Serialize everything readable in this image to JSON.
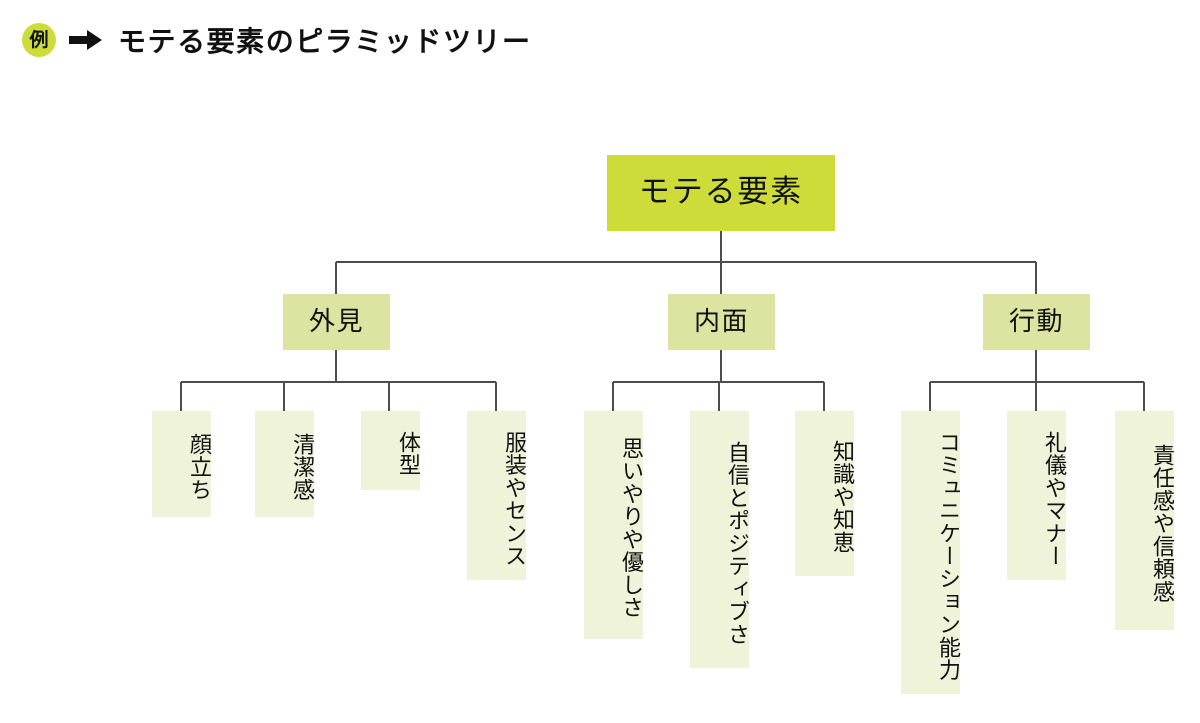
{
  "header": {
    "badge_label": "例",
    "arrow_icon": "arrow-right-icon",
    "title": "モテる要素のピラミッドツリー"
  },
  "colors": {
    "root_fill": "#cddc39",
    "branch_fill": "#dde3a0",
    "leaf_fill": "#eef3da",
    "connector": "#4d4d4d",
    "text": "#111111",
    "background": "#ffffff"
  },
  "tree": {
    "root": {
      "label": "モテる要素"
    },
    "branches": [
      {
        "label": "外見",
        "children": [
          {
            "label": "顔立ち"
          },
          {
            "label": "清潔感"
          },
          {
            "label": "体型"
          },
          {
            "label": "服装やセンス"
          }
        ]
      },
      {
        "label": "内面",
        "children": [
          {
            "label": "思いやりや優しさ"
          },
          {
            "label": "自信とポジティブさ"
          },
          {
            "label": "知識や知恵"
          }
        ]
      },
      {
        "label": "行動",
        "children": [
          {
            "label": "コミュニケーション能力"
          },
          {
            "label": "礼儀やマナー"
          },
          {
            "label": "責任感や信頼感"
          }
        ]
      }
    ]
  }
}
